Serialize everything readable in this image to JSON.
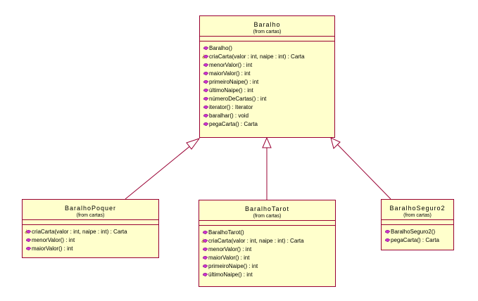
{
  "classes": {
    "baralho": {
      "name": "Baralho",
      "package": "(from cartas)",
      "operations": [
        {
          "label": "Baralho()",
          "icon": "operation-icon"
        },
        {
          "label": "criaCarta(valor : int, naipe : int) : Carta",
          "icon": "operation-icon",
          "override": true
        },
        {
          "label": "menorValor() : int",
          "icon": "operation-icon"
        },
        {
          "label": "maiorValor() : int",
          "icon": "operation-icon"
        },
        {
          "label": "primeiroNaipe() : int",
          "icon": "operation-icon"
        },
        {
          "label": "últimoNaipe() : int",
          "icon": "operation-icon"
        },
        {
          "label": "númeroDeCartas() : int",
          "icon": "operation-icon"
        },
        {
          "label": "iterator() : Iterator",
          "icon": "operation-icon"
        },
        {
          "label": "baralhar() : void",
          "icon": "operation-icon"
        },
        {
          "label": "pegaCarta() : Carta",
          "icon": "operation-icon"
        }
      ]
    },
    "baralhoPoquer": {
      "name": "BaralhoPoquer",
      "package": "(from cartas)",
      "operations": [
        {
          "label": "criaCarta(valor : int, naipe : int) : Carta",
          "icon": "operation-icon",
          "override": true
        },
        {
          "label": "menorValor() : int",
          "icon": "operation-icon"
        },
        {
          "label": "maiorValor() : int",
          "icon": "operation-icon"
        }
      ]
    },
    "baralhoTarot": {
      "name": "BaralhoTarot",
      "package": "(from cartas)",
      "operations": [
        {
          "label": "BaralhoTarot()",
          "icon": "operation-icon"
        },
        {
          "label": "criaCarta(valor : int, naipe : int) : Carta",
          "icon": "operation-icon",
          "override": true
        },
        {
          "label": "menorValor() : int",
          "icon": "operation-icon"
        },
        {
          "label": "maiorValor() : int",
          "icon": "operation-icon"
        },
        {
          "label": "primeiroNaipe() : int",
          "icon": "operation-icon"
        },
        {
          "label": "últimoNaipe() : int",
          "icon": "operation-icon"
        }
      ]
    },
    "baralhoSeguro2": {
      "name": "BaralhoSeguro2",
      "package": "(from cartas)",
      "operations": [
        {
          "label": "BaralhoSeguro2()",
          "icon": "operation-icon"
        },
        {
          "label": "pegaCarta() : Carta",
          "icon": "operation-icon"
        }
      ]
    }
  },
  "relations": [
    {
      "type": "generalization",
      "from": "baralhoPoquer",
      "to": "baralho"
    },
    {
      "type": "generalization",
      "from": "baralhoTarot",
      "to": "baralho"
    },
    {
      "type": "generalization",
      "from": "baralhoSeguro2",
      "to": "baralho"
    }
  ],
  "colors": {
    "box_fill": "#ffffcc",
    "border": "#990033",
    "operation_icon": "#cc33cc"
  }
}
